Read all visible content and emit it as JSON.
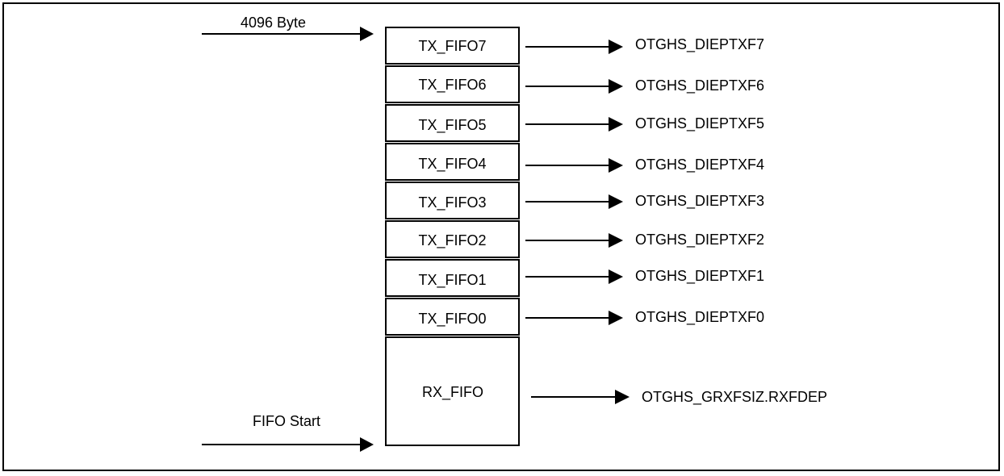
{
  "top_marker": {
    "label": "4096 Byte"
  },
  "bottom_marker": {
    "label": "FIFO Start"
  },
  "fifos": [
    {
      "name": "TX_FIFO7",
      "register": "OTGHS_DIEPTXF7"
    },
    {
      "name": "TX_FIFO6",
      "register": "OTGHS_DIEPTXF6"
    },
    {
      "name": "TX_FIFO5",
      "register": "OTGHS_DIEPTXF5"
    },
    {
      "name": "TX_FIFO4",
      "register": "OTGHS_DIEPTXF4"
    },
    {
      "name": "TX_FIFO3",
      "register": "OTGHS_DIEPTXF3"
    },
    {
      "name": "TX_FIFO2",
      "register": "OTGHS_DIEPTXF2"
    },
    {
      "name": "TX_FIFO1",
      "register": "OTGHS_DIEPTXF1"
    },
    {
      "name": "TX_FIFO0",
      "register": "OTGHS_DIEPTXF0"
    }
  ],
  "rx_fifo": {
    "name": "RX_FIFO",
    "register": "OTGHS_GRXFSIZ.RXFDEP"
  }
}
